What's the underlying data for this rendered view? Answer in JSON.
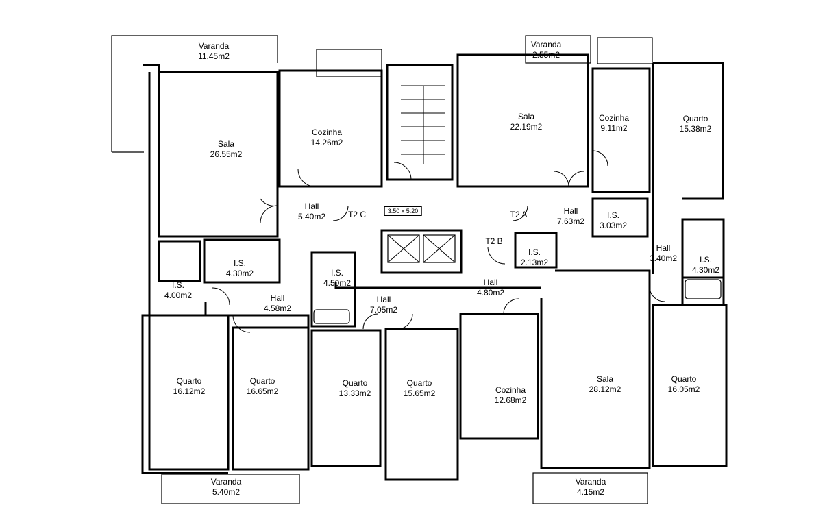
{
  "plan": {
    "labels": {
      "varanda_tl": {
        "name": "Varanda",
        "area": "11.45m2"
      },
      "varanda_tr": {
        "name": "Varanda",
        "area": "2.55m2"
      },
      "varanda_bl": {
        "name": "Varanda",
        "area": "5.40m2"
      },
      "varanda_br": {
        "name": "Varanda",
        "area": "4.15m2"
      },
      "sala_l": {
        "name": "Sala",
        "area": "26.55m2"
      },
      "cozinha_l": {
        "name": "Cozinha",
        "area": "14.26m2"
      },
      "sala_c": {
        "name": "Sala",
        "area": "22.19m2"
      },
      "cozinha_r": {
        "name": "Cozinha",
        "area": "9.11m2"
      },
      "quarto_tr": {
        "name": "Quarto",
        "area": "15.38m2"
      },
      "hall_540": {
        "name": "Hall",
        "area": "5.40m2"
      },
      "hall_763": {
        "name": "Hall",
        "area": "7.63m2"
      },
      "is_303": {
        "name": "I.S.",
        "area": "3.03m2"
      },
      "is_213": {
        "name": "I.S.",
        "area": "2.13m2"
      },
      "hall_340": {
        "name": "Hall",
        "area": "3.40m2"
      },
      "is_430_r": {
        "name": "I.S.",
        "area": "4.30m2"
      },
      "is_430_l": {
        "name": "I.S.",
        "area": "4.30m2"
      },
      "is_400": {
        "name": "I.S.",
        "area": "4.00m2"
      },
      "is_450": {
        "name": "I.S.",
        "area": "4.50m2"
      },
      "hall_458": {
        "name": "Hall",
        "area": "4.58m2"
      },
      "hall_705": {
        "name": "Hall",
        "area": "7.05m2"
      },
      "hall_480": {
        "name": "Hall",
        "area": "4.80m2"
      },
      "quarto_1612": {
        "name": "Quarto",
        "area": "16.12m2"
      },
      "quarto_1665": {
        "name": "Quarto",
        "area": "16.65m2"
      },
      "quarto_1333": {
        "name": "Quarto",
        "area": "13.33m2"
      },
      "quarto_1565": {
        "name": "Quarto",
        "area": "15.65m2"
      },
      "cozinha_b": {
        "name": "Cozinha",
        "area": "12.68m2"
      },
      "sala_b": {
        "name": "Sala",
        "area": "28.12m2"
      },
      "quarto_1605": {
        "name": "Quarto",
        "area": "16.05m2"
      }
    },
    "units": {
      "t2c": "T2 C",
      "t2a": "T2 A",
      "t2b": "T2 B"
    },
    "elevator_dims": "3.50 x 5.20"
  }
}
